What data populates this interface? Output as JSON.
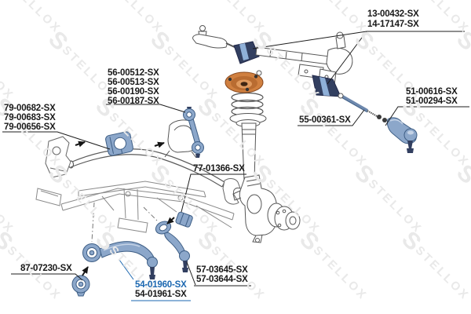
{
  "watermark": {
    "logo_glyph": "S",
    "text": "STELLOX"
  },
  "colors": {
    "highlight_part_blue": "#8CA7CA",
    "part_outline_blue": "#3E5E85",
    "boot_navy": "#323F60",
    "boot_band_blue": "#8FB0D8",
    "strut_mount_orange": "#D08040",
    "label_text": "#191919",
    "label_link_blue": "#1B67B0",
    "watermark_gray": "#E9E9E9"
  },
  "labels": {
    "steering_gear": {
      "part_numbers": [
        "13-00432-SX",
        "14-17147-SX"
      ]
    },
    "stabilizer_link": {
      "part_numbers": [
        "56-00512-SX",
        "56-00513-SX",
        "56-00190-SX",
        "56-00187-SX"
      ]
    },
    "stabilizer_bushing": {
      "part_numbers": [
        "79-00682-SX",
        "79-00683-SX",
        "79-00656-SX"
      ]
    },
    "tie_rod_end": {
      "part_numbers": [
        "51-00616-SX",
        "51-00294-SX"
      ]
    },
    "inner_tie_rod": {
      "part_numbers": [
        "55-00361-SX"
      ]
    },
    "control_arm_bushing": {
      "part_numbers": [
        "77-01366-SX"
      ]
    },
    "tension_strut_bushing": {
      "part_numbers": [
        "87-07230-SX"
      ]
    },
    "tension_strut": {
      "part_numbers": [
        "54-01960-SX",
        "54-01961-SX"
      ],
      "highlighted": "54-01960-SX"
    },
    "ball_joints": {
      "part_numbers": [
        "57-03645-SX",
        "57-03644-SX"
      ]
    }
  }
}
